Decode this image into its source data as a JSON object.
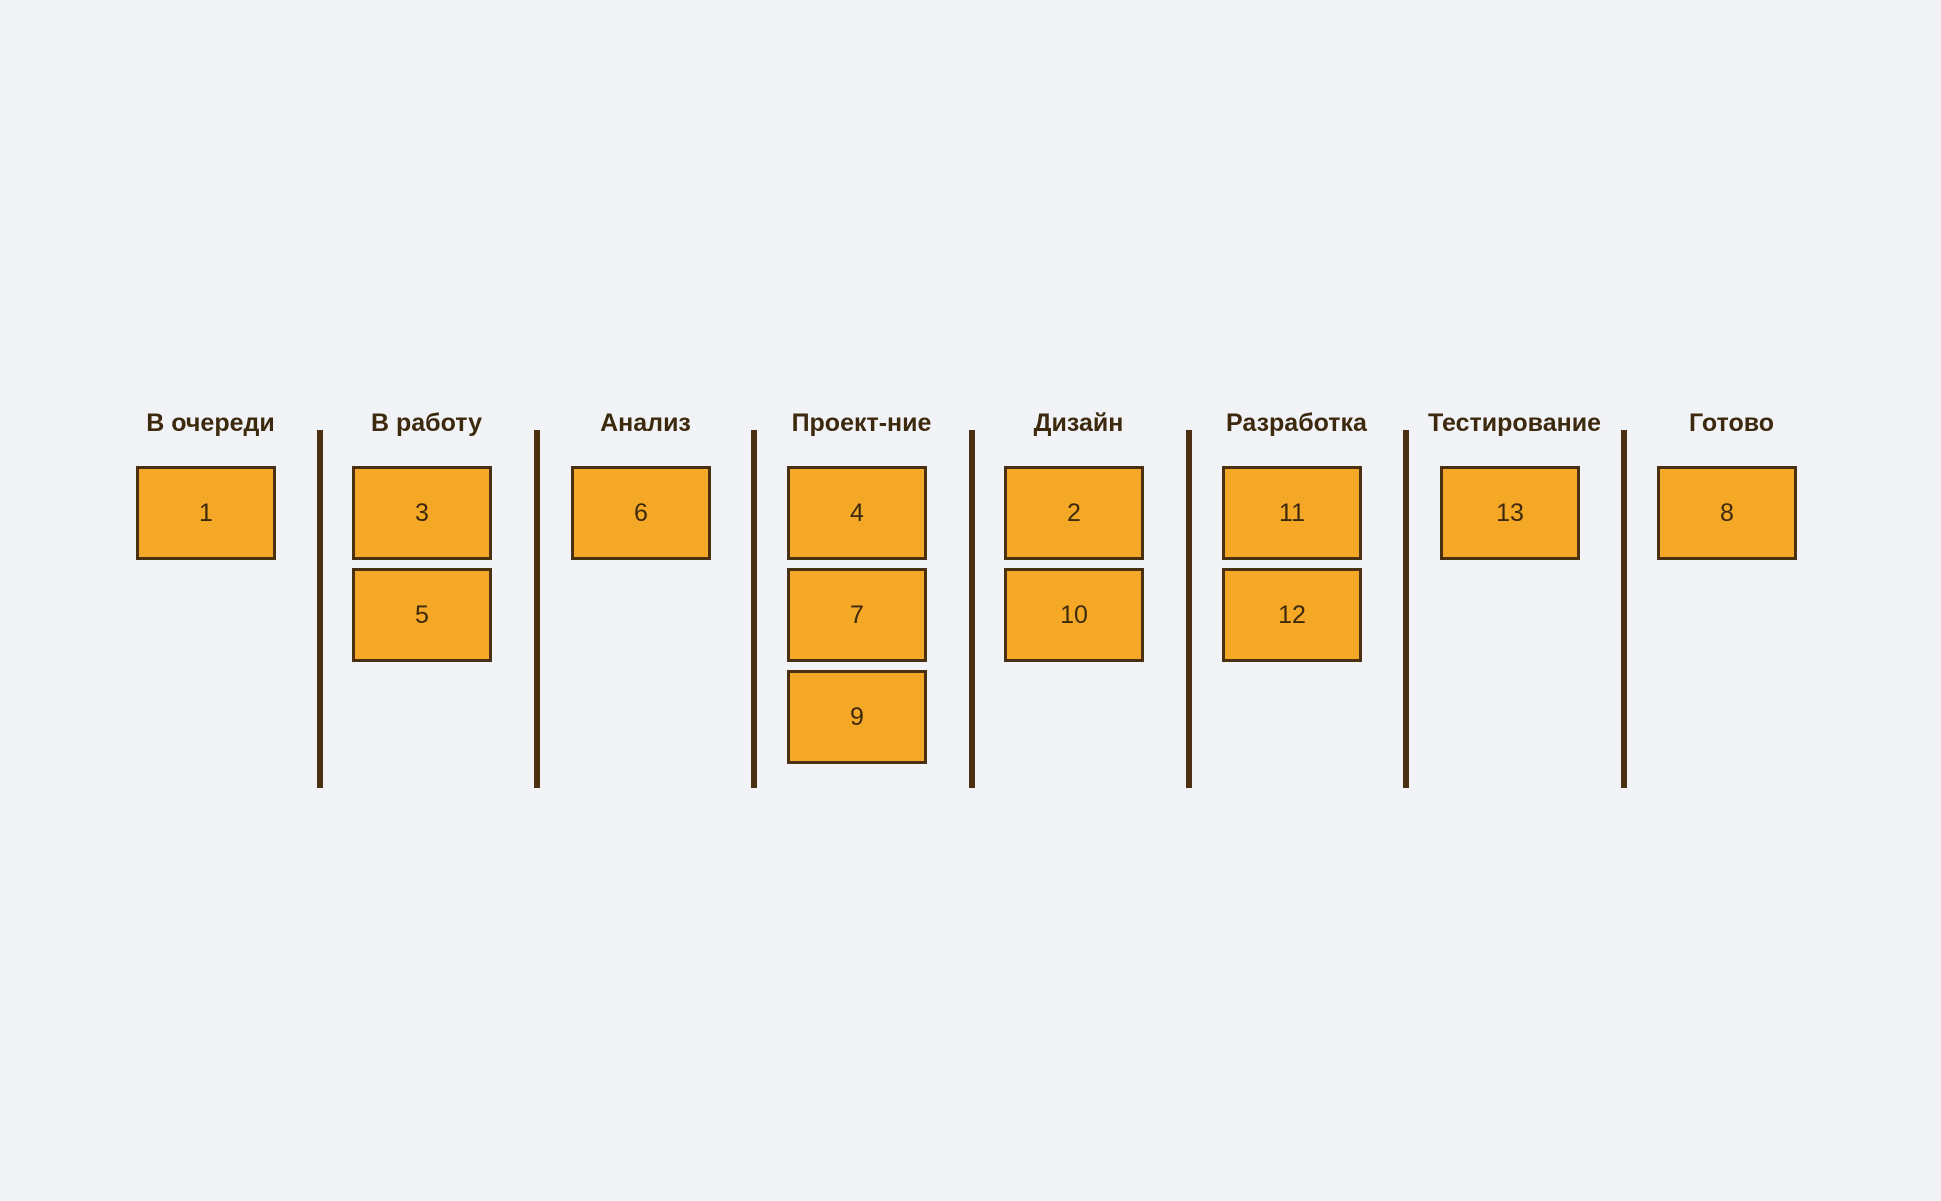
{
  "board": {
    "columns": [
      {
        "title": "В очереди",
        "cards": [
          "1"
        ]
      },
      {
        "title": "В работу",
        "cards": [
          "3",
          "5"
        ]
      },
      {
        "title": "Анализ",
        "cards": [
          "6"
        ]
      },
      {
        "title": "Проект-ние",
        "cards": [
          "4",
          "7",
          "9"
        ]
      },
      {
        "title": "Дизайн",
        "cards": [
          "2",
          "10"
        ]
      },
      {
        "title": "Разработка",
        "cards": [
          "11",
          "12"
        ]
      },
      {
        "title": "Тестирование",
        "cards": [
          "13"
        ]
      },
      {
        "title": "Готово",
        "cards": [
          "8"
        ]
      }
    ]
  },
  "colors": {
    "background": "#f2f3f7",
    "card_fill": "#f5a825",
    "card_border": "#4a3010",
    "text": "#3d2a0e",
    "divider": "#4a3010"
  }
}
